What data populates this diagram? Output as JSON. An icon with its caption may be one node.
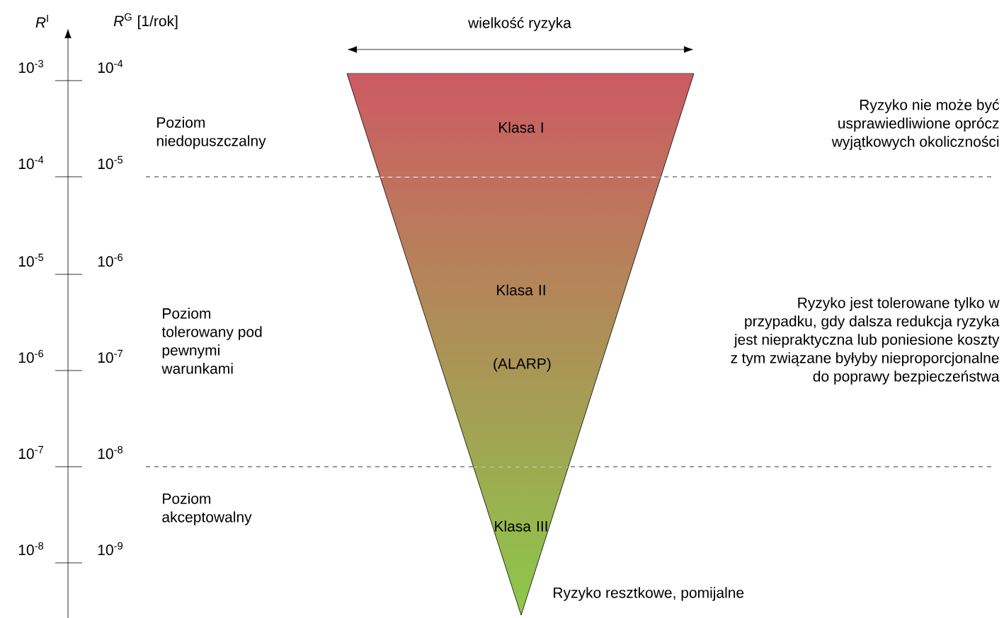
{
  "diagram": {
    "nodes": [
      {
        "text": [
          "Klasa I"
        ]
      },
      {
        "text": [
          "Klasa II",
          "(ALARP)"
        ]
      },
      {
        "text": [
          "Klasa III"
        ]
      }
    ],
    "labels": [
      "*R*$^{I}$",
      "*R*$^{G}$ [1/rok]",
      "wielkość ryzyka",
      "10$^{-3}$",
      "10$^{-4}$",
      "10$^{-5}$",
      "10$^{-6}$",
      "10$^{-7}$",
      "10$^{-8}$",
      "10$^{-4}$",
      "10$^{-5}$",
      "10$^{-6}$",
      "10$^{-7}$",
      "10$^{-8}$",
      "10$^{-9}$",
      "Poziom niedopuszczalny",
      "Poziom tolerowany pod pewnymi warunkami",
      "Poziom akceptowalny",
      "Ryzyko nie może być usprawiedliwione oprócz wyjątkowych okoliczności",
      "Ryzyko jest tolerowane tylko w przypadku, gdy dalsza redukcja ryzyka jest niepraktyczna lub poniesione koszty z tym związane byłyby nieproporcjonalne do poprawy bezpieczeństwa",
      "Ryzyko resztkowe, pomijalne"
    ]
  }
}
